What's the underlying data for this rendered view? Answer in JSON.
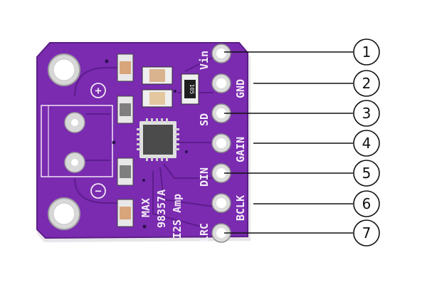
{
  "image": {
    "subject": "MAX98357A I2S amplifier breakout board with numbered pinout callouts",
    "board": {
      "color": "#7a2bb0",
      "edge_color": "#5c1f86",
      "silkscreen_title": [
        "MAX",
        "98357A",
        "I2S Amp"
      ],
      "polarity_labels": {
        "plus": "+",
        "minus": "−"
      },
      "resistor_marking": "105"
    },
    "pins": [
      {
        "number": "1",
        "label": "Vin"
      },
      {
        "number": "2",
        "label": "GND"
      },
      {
        "number": "3",
        "label": "SD"
      },
      {
        "number": "4",
        "label": "GAIN"
      },
      {
        "number": "5",
        "label": "DIN"
      },
      {
        "number": "6",
        "label": "BCLK"
      },
      {
        "number": "7",
        "label": "LRC"
      }
    ]
  }
}
